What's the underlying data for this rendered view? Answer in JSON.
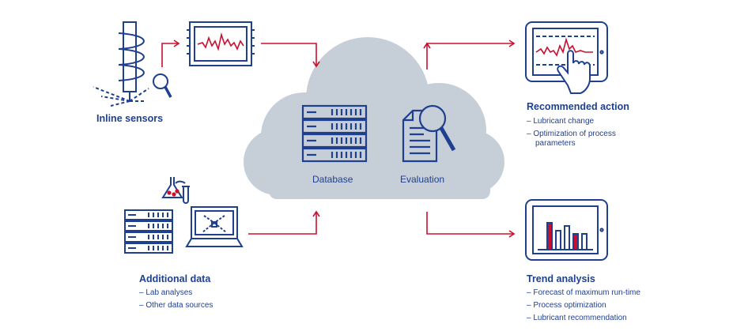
{
  "colors": {
    "navy": "#1f3f8f",
    "red": "#c8102e",
    "cloud": "#c6ced8",
    "cloud_text": "#1f3f8f"
  },
  "inline_sensors": {
    "title": "Inline sensors"
  },
  "cloud": {
    "database_label": "Database",
    "evaluation_label": "Evaluation"
  },
  "recommended_action": {
    "title": "Recommended action",
    "items": [
      "– Lubricant change",
      "– Optimization of process",
      "parameters"
    ]
  },
  "additional_data": {
    "title": "Additional data",
    "items": [
      "– Lab analyses",
      "– Other data sources"
    ]
  },
  "trend_analysis": {
    "title": "Trend analysis",
    "items": [
      "– Forecast of maximum run-time",
      "– Process optimization",
      "– Lubricant recommendation"
    ]
  },
  "icons": [
    "sensor-icon",
    "magnifier-icon",
    "monitor-graph-icon",
    "server-icon",
    "document-magnifier-icon",
    "tablet-graph-icon",
    "hand-pointer-icon",
    "flask-icon",
    "laptop-icon",
    "tablet-barchart-icon"
  ]
}
